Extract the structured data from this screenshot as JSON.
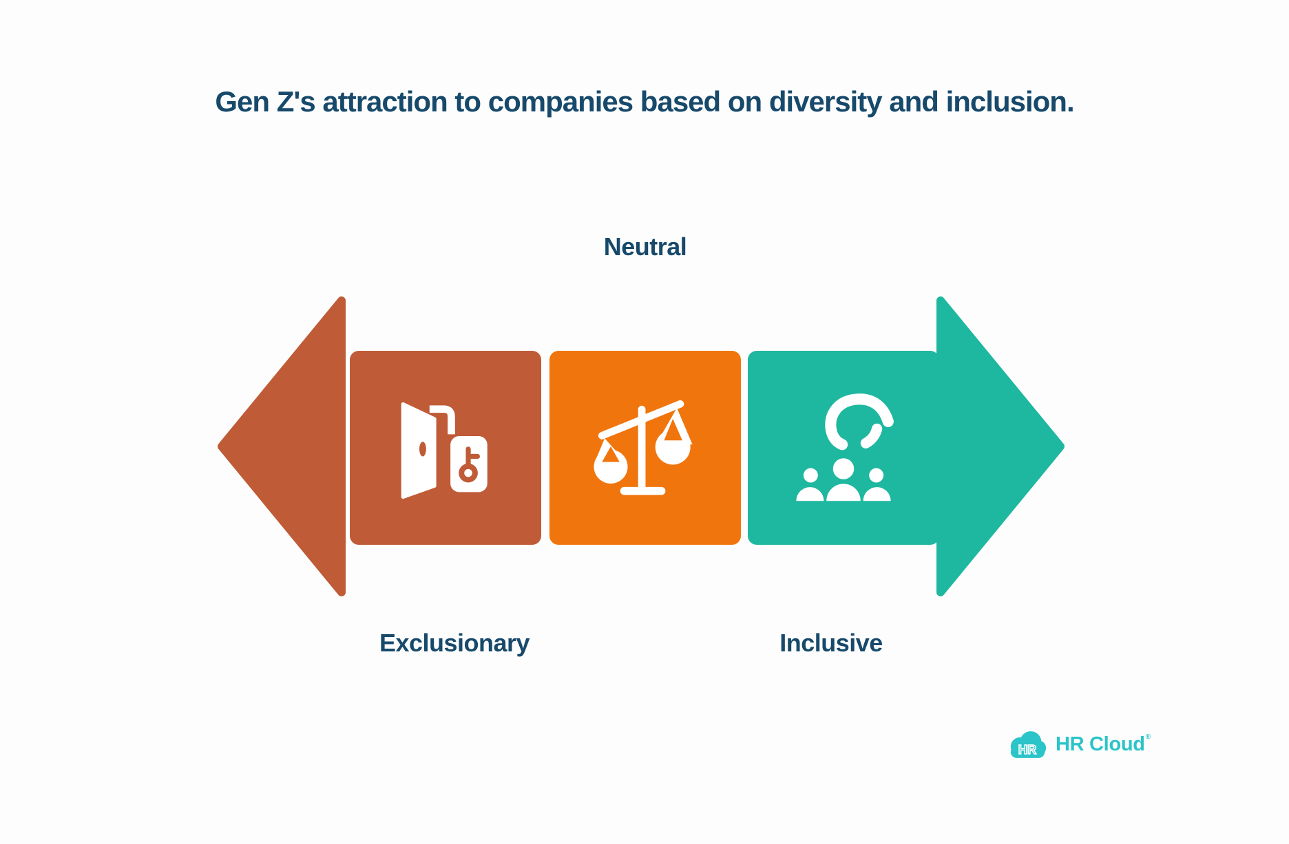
{
  "title": "Gen Z's attraction to companies based on diversity and inclusion.",
  "spectrum": {
    "segments": [
      {
        "id": "exclusionary",
        "label": "Exclusionary",
        "icon": "door-key-icon",
        "color": "#bf5b36",
        "label_position": "below"
      },
      {
        "id": "neutral",
        "label": "Neutral",
        "icon": "balance-scale-icon",
        "color": "#f1750d",
        "label_position": "above"
      },
      {
        "id": "inclusive",
        "label": "Inclusive",
        "icon": "hand-people-icon",
        "color": "#1eb79f",
        "label_position": "below"
      }
    ],
    "left_arrow": {
      "direction": "left",
      "color": "#bf5b36"
    },
    "right_arrow": {
      "direction": "right",
      "color": "#1eb79f"
    }
  },
  "branding": {
    "badge_text": "HR",
    "wordmark": "HR Cloud",
    "registered_mark": "®",
    "icon": "cloud-icon"
  },
  "colors": {
    "rust": "#bf5b36",
    "orange": "#f1750d",
    "teal": "#1eb79f",
    "navy": "#17496b",
    "brand": "#2bc4c8",
    "background": "#fdfdfd",
    "icon": "#ffffff"
  }
}
